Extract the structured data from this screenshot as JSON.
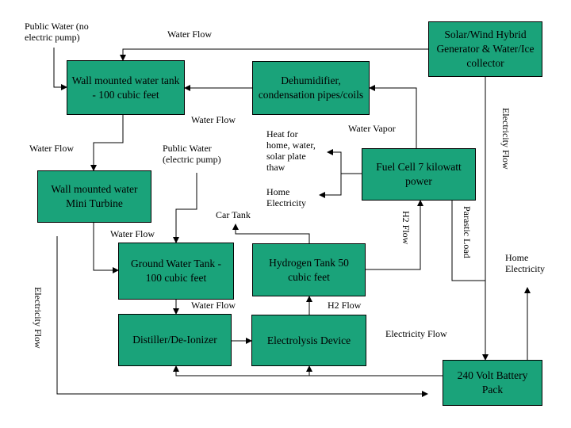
{
  "boxes": {
    "wall_tank": "Wall mounted water tank - 100 cubic feet",
    "dehumidifier": "Dehumidifier, condensation pipes/coils",
    "generator": "Solar/Wind Hybrid Generator & Water/Ice collector",
    "mini_turbine": "Wall mounted water Mini Turbine",
    "fuel_cell": "Fuel Cell 7 kilowatt power",
    "ground_tank": "Ground Water Tank - 100 cubic feet",
    "hydrogen_tank": "Hydrogen Tank 50 cubic feet",
    "distiller": "Distiller/De-Ionizer",
    "electrolysis": "Electrolysis Device",
    "battery": "240 Volt Battery Pack"
  },
  "labels": {
    "public_water_no_pump": "Public Water (no electric pump)",
    "water_flow_top": "Water Flow",
    "water_flow_dehum": "Water Flow",
    "water_flow_left": "Water Flow",
    "public_water_pump": "Public Water (electric pump)",
    "heat_for": "Heat for home, water, solar plate thaw",
    "water_vapor": "Water Vapor",
    "home_electricity_mid": "Home Electricity",
    "car_tank": "Car Tank",
    "water_flow_turbine": "Water Flow",
    "water_flow_ground": "Water Flow",
    "h2_flow": "H2 Flow",
    "electricity_flow_bottom": "Electricity Flow",
    "home_electricity_right": "Home Electricity",
    "electricity_flow_right": "Electricity Flow",
    "h2_flow_vertical": "H2 Flow",
    "parasitic_load": "Parastic Load",
    "electricity_flow_left": "Electricity Flow"
  }
}
